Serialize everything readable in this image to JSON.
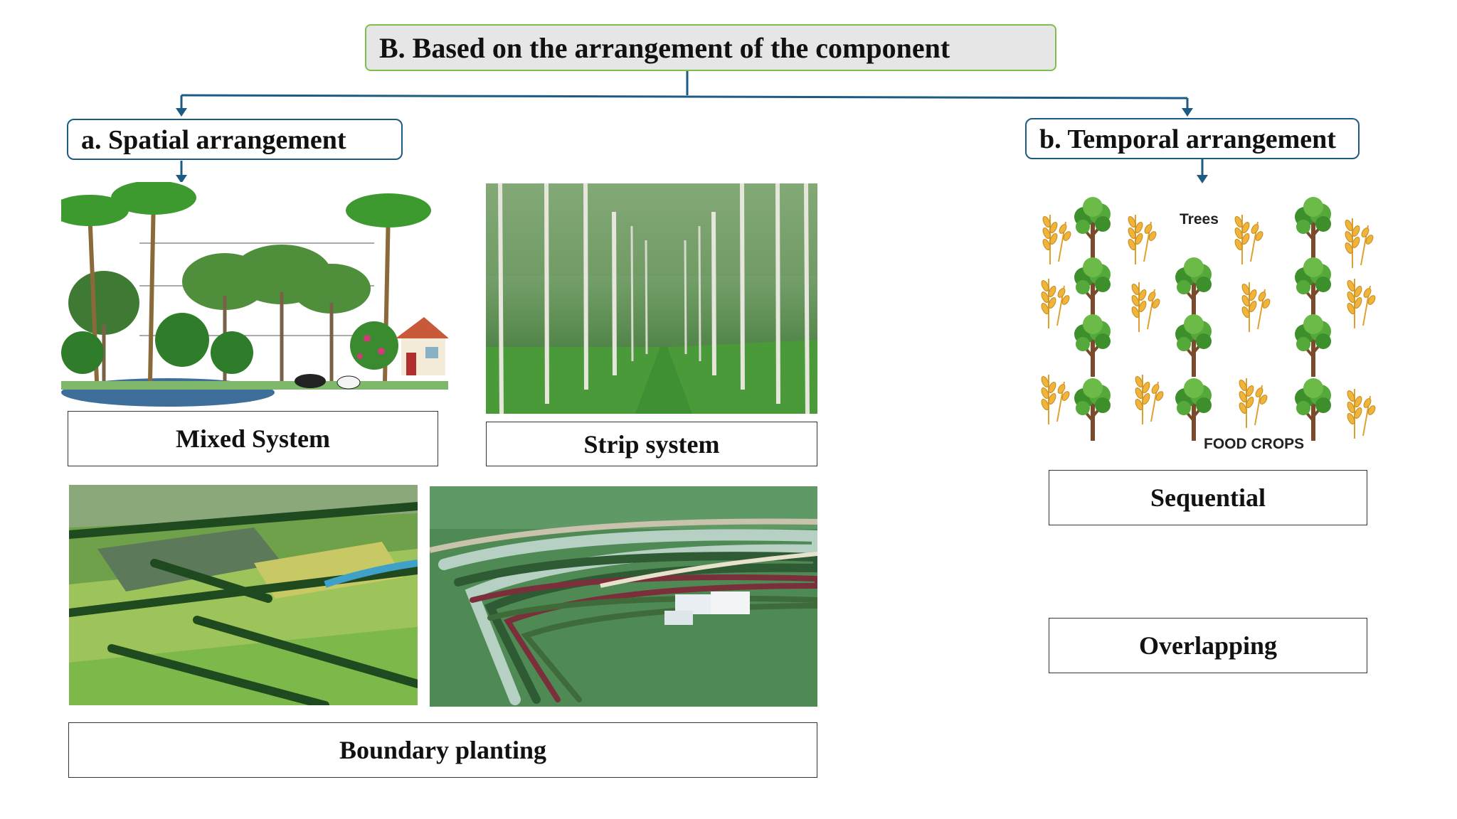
{
  "title": "B. Based on the arrangement of the component",
  "spatial": {
    "heading": "a. Spatial arrangement",
    "mixed_label": "Mixed System",
    "strip_label": "Strip system",
    "boundary_label": "Boundary planting"
  },
  "temporal": {
    "heading": "b. Temporal arrangement",
    "diagram_trees_label": "Trees",
    "diagram_crops_label": "FOOD CROPS",
    "sequential_label": "Sequential",
    "overlapping_label": "Overlapping"
  },
  "colors": {
    "title_border": "#7dbf4b",
    "title_fill": "#e6e6e6",
    "connector": "#1d5b82"
  }
}
